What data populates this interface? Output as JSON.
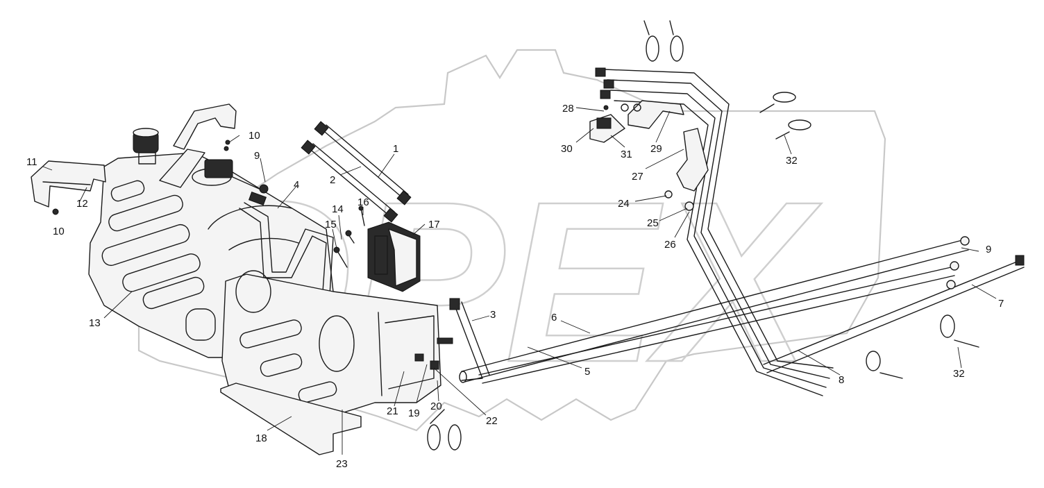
{
  "watermark": {
    "text": "OPEX"
  },
  "callouts": [
    {
      "id": "c1",
      "text": "1"
    },
    {
      "id": "c2",
      "text": "2"
    },
    {
      "id": "c3",
      "text": "3"
    },
    {
      "id": "c4",
      "text": "4"
    },
    {
      "id": "c5",
      "text": "5"
    },
    {
      "id": "c6",
      "text": "6"
    },
    {
      "id": "c7",
      "text": "7"
    },
    {
      "id": "c8",
      "text": "8"
    },
    {
      "id": "c9a",
      "text": "9"
    },
    {
      "id": "c9b",
      "text": "9"
    },
    {
      "id": "c10a",
      "text": "10"
    },
    {
      "id": "c10b",
      "text": "10"
    },
    {
      "id": "c11",
      "text": "11"
    },
    {
      "id": "c12",
      "text": "12"
    },
    {
      "id": "c13",
      "text": "13"
    },
    {
      "id": "c14",
      "text": "14"
    },
    {
      "id": "c15",
      "text": "15"
    },
    {
      "id": "c16",
      "text": "16"
    },
    {
      "id": "c17",
      "text": "17"
    },
    {
      "id": "c18",
      "text": "18"
    },
    {
      "id": "c19",
      "text": "19"
    },
    {
      "id": "c20",
      "text": "20"
    },
    {
      "id": "c21",
      "text": "21"
    },
    {
      "id": "c22",
      "text": "22"
    },
    {
      "id": "c23",
      "text": "23"
    },
    {
      "id": "c24",
      "text": "24"
    },
    {
      "id": "c25",
      "text": "25"
    },
    {
      "id": "c26",
      "text": "26"
    },
    {
      "id": "c27",
      "text": "27"
    },
    {
      "id": "c28",
      "text": "28"
    },
    {
      "id": "c29",
      "text": "29"
    },
    {
      "id": "c30",
      "text": "30"
    },
    {
      "id": "c31",
      "text": "31"
    },
    {
      "id": "c32a",
      "text": "32"
    },
    {
      "id": "c32b",
      "text": "32"
    }
  ]
}
